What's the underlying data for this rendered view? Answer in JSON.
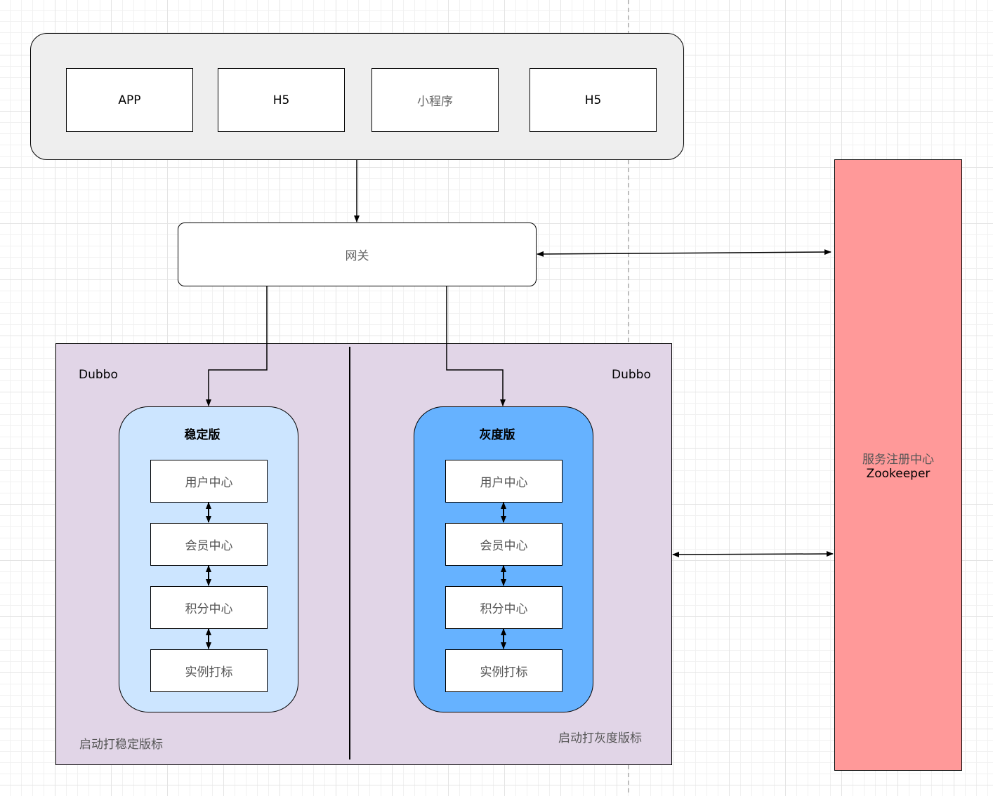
{
  "clients": [
    "APP",
    "H5",
    "小程序",
    "H5"
  ],
  "gateway": "网关",
  "dubbo": {
    "left_label": "Dubbo",
    "right_label": "Dubbo",
    "stable": {
      "title": "稳定版",
      "services": [
        "用户中心",
        "会员中心",
        "积分中心",
        "实例打标"
      ],
      "tag_label": "启动打稳定版标"
    },
    "gray": {
      "title": "灰度版",
      "services": [
        "用户中心",
        "会员中心",
        "积分中心",
        "实例打标"
      ],
      "tag_label": "启动打灰度版标"
    }
  },
  "registry": {
    "line1": "服务注册中心",
    "line2": "Zookeeper"
  },
  "colors": {
    "client_group_fill": "#eeeeee",
    "dubbo_area_fill": "#e1d5e7",
    "stable_fill": "#cce5ff",
    "gray_fill": "#66b2ff",
    "registry_fill": "#ff9999"
  }
}
